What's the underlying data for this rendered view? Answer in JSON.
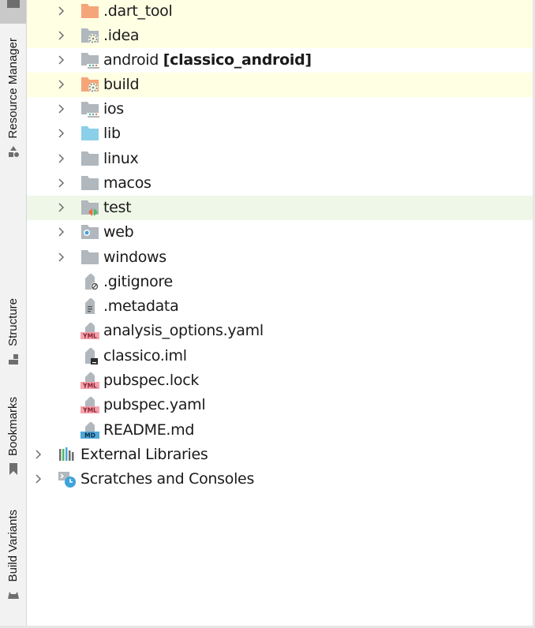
{
  "sidebar": {
    "tabs": [
      {
        "label": "Resource Manager",
        "icon": "resource-manager-icon"
      },
      {
        "label": "Structure",
        "icon": "structure-icon"
      },
      {
        "label": "Bookmarks",
        "icon": "bookmark-icon"
      },
      {
        "label": "Build Variants",
        "icon": "android-icon"
      }
    ]
  },
  "tree": {
    "items": [
      {
        "label": ".dart_tool",
        "suffix": "",
        "type": "folder",
        "icon": "excluded-folder-icon",
        "expandable": true,
        "highlight": "yellow"
      },
      {
        "label": ".idea",
        "suffix": "",
        "type": "folder",
        "icon": "settings-folder-icon",
        "expandable": true,
        "highlight": "yellow"
      },
      {
        "label": "android",
        "suffix": "[classico_android]",
        "type": "folder",
        "icon": "module-folder-icon",
        "expandable": true,
        "highlight": "none"
      },
      {
        "label": "build",
        "suffix": "",
        "type": "folder",
        "icon": "excluded-settings-folder-icon",
        "expandable": true,
        "highlight": "yellow"
      },
      {
        "label": "ios",
        "suffix": "",
        "type": "folder",
        "icon": "module-folder-icon",
        "expandable": true,
        "highlight": "none"
      },
      {
        "label": "lib",
        "suffix": "",
        "type": "folder",
        "icon": "source-folder-icon",
        "expandable": true,
        "highlight": "none"
      },
      {
        "label": "linux",
        "suffix": "",
        "type": "folder",
        "icon": "folder-icon",
        "expandable": true,
        "highlight": "none"
      },
      {
        "label": "macos",
        "suffix": "",
        "type": "folder",
        "icon": "folder-icon",
        "expandable": true,
        "highlight": "none"
      },
      {
        "label": "test",
        "suffix": "",
        "type": "folder",
        "icon": "test-folder-icon",
        "expandable": true,
        "highlight": "green"
      },
      {
        "label": "web",
        "suffix": "",
        "type": "folder",
        "icon": "web-folder-icon",
        "expandable": true,
        "highlight": "none"
      },
      {
        "label": "windows",
        "suffix": "",
        "type": "folder",
        "icon": "folder-icon",
        "expandable": true,
        "highlight": "none"
      },
      {
        "label": ".gitignore",
        "suffix": "",
        "type": "file",
        "icon": "ignore-file-icon",
        "expandable": false,
        "highlight": "none"
      },
      {
        "label": ".metadata",
        "suffix": "",
        "type": "file",
        "icon": "text-file-icon",
        "expandable": false,
        "highlight": "none"
      },
      {
        "label": "analysis_options.yaml",
        "suffix": "",
        "type": "file",
        "icon": "yaml-file-icon",
        "expandable": false,
        "highlight": "none"
      },
      {
        "label": "classico.iml",
        "suffix": "",
        "type": "file",
        "icon": "iml-file-icon",
        "expandable": false,
        "highlight": "none"
      },
      {
        "label": "pubspec.lock",
        "suffix": "",
        "type": "file",
        "icon": "yaml-file-icon",
        "expandable": false,
        "highlight": "none"
      },
      {
        "label": "pubspec.yaml",
        "suffix": "",
        "type": "file",
        "icon": "yaml-file-icon",
        "expandable": false,
        "highlight": "none"
      },
      {
        "label": "README.md",
        "suffix": "",
        "type": "file",
        "icon": "markdown-file-icon",
        "expandable": false,
        "highlight": "none"
      }
    ],
    "root_items": [
      {
        "label": "External Libraries",
        "icon": "libraries-icon",
        "expandable": true
      },
      {
        "label": "Scratches and Consoles",
        "icon": "scratches-icon",
        "expandable": true
      }
    ]
  },
  "colors": {
    "excluded_folder": "#f4a57a",
    "folder": "#b0b7bd",
    "source_folder": "#8ccfe8",
    "row_yellow": "#ffffe4",
    "row_green": "#eff7e8",
    "yaml_badge": "#f4a3ae",
    "md_badge": "#4fa7d8"
  }
}
